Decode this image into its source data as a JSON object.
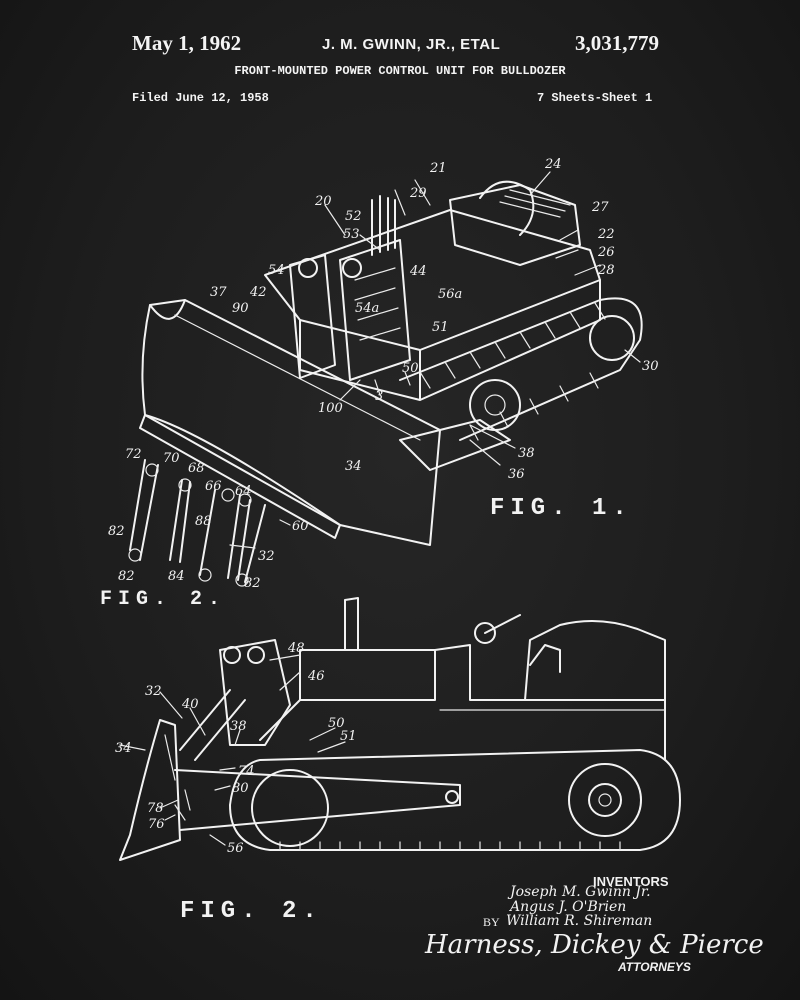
{
  "header": {
    "date": "May 1, 1962",
    "inventor_line": "J. M. GWINN, JR., ETAL",
    "patent_number": "3,031,779",
    "title": "FRONT-MOUNTED POWER CONTROL UNIT FOR BULLDOZER",
    "filed": "Filed June 12, 1958",
    "sheets": "7 Sheets-Sheet 1"
  },
  "figures": {
    "fig1_label": "FIG. 1.",
    "fig2a_label": "FIG. 2.",
    "fig2b_label": "FIG. 2."
  },
  "inventors": {
    "heading": "INVENTORS",
    "name_1": "Joseph M. Gwinn Jr.",
    "name_2": "Angus J. O'Brien",
    "by": "BY",
    "name_3": "William R. Shireman",
    "attorneys_signature": "Harness, Dickey & Pierce",
    "attorneys_label": "ATTORNEYS"
  },
  "reference_numerals": {
    "fig1": [
      "20",
      "21",
      "22",
      "24",
      "26",
      "27",
      "28",
      "29",
      "30",
      "32",
      "34",
      "36",
      "37",
      "38",
      "42",
      "44",
      "50",
      "51",
      "52",
      "53",
      "54",
      "54a",
      "56a",
      "90",
      "100",
      "3"
    ],
    "fig2_detail": [
      "72",
      "70",
      "68",
      "66",
      "64",
      "82",
      "84",
      "88",
      "60",
      "32"
    ],
    "fig2_side": [
      "32",
      "34",
      "40",
      "46",
      "48",
      "50",
      "51",
      "38",
      "74",
      "76",
      "78",
      "80",
      "56"
    ]
  },
  "colors": {
    "background": "#1c1c1c",
    "ink": "#f2f2f2"
  }
}
